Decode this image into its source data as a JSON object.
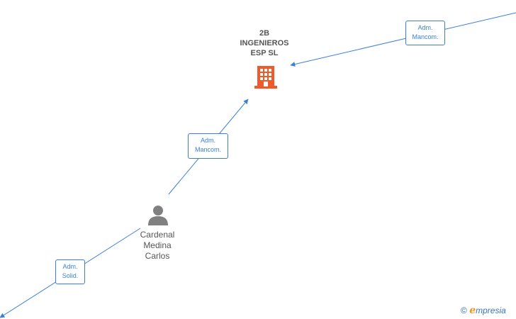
{
  "company": {
    "name": "2B\nINGENIEROS\nESP  SL",
    "icon": "building-icon",
    "icon_color": "#f0592a"
  },
  "person": {
    "name": "Cardenal\nMedina\nCarlos",
    "icon": "person-icon",
    "icon_color": "#808080"
  },
  "relations": [
    {
      "role": "Adm.\nMancom."
    },
    {
      "role": "Adm.\nMancom."
    },
    {
      "role": "Adm.\nSolid."
    }
  ],
  "edge_color": "#3d7fd6",
  "footer": {
    "copyright_symbol": "©",
    "brand_initial": "e",
    "brand_rest": "mpresia"
  }
}
